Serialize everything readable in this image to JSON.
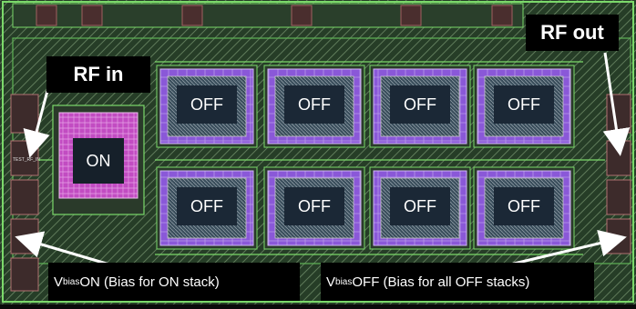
{
  "labels": {
    "rf_in": "RF in",
    "rf_out": "RF out",
    "bias_on": {
      "v": "V",
      "sub": "bias",
      "rest": "ON (Bias for ON stack)"
    },
    "bias_off": {
      "v": "V",
      "sub": "bias",
      "rest": "OFF (Bias for all OFF stacks)"
    }
  },
  "transistors": {
    "on": "ON",
    "off": [
      "OFF",
      "OFF",
      "OFF",
      "OFF",
      "OFF",
      "OFF",
      "OFF",
      "OFF"
    ]
  },
  "pad_text": "TEST_RF_IN",
  "colors": {
    "substrate": "#2f4a30",
    "hatch": "#6f8f6a",
    "device_purple": "#8a55d6",
    "device_dark": "#1c2a3a",
    "on_magenta": "#b03fb0",
    "arrow": "#ffffff"
  }
}
